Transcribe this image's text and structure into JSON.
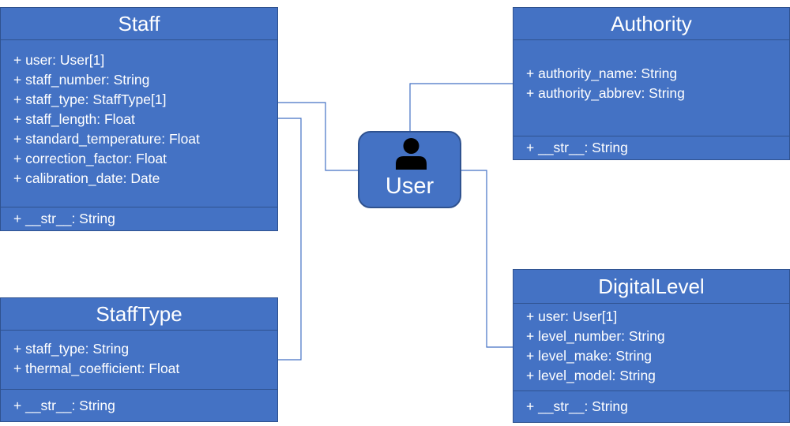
{
  "colors": {
    "fill": "#4472C4",
    "border": "#2F528F",
    "text": "#FFFFFF",
    "connector": "#4472C4"
  },
  "user_node": {
    "label": "User",
    "icon": "person-icon"
  },
  "classes": {
    "staff": {
      "name": "Staff",
      "attributes": [
        "+ user: User[1]",
        "+ staff_number: String",
        "+ staff_type: StaffType[1]",
        "+ staff_length: Float",
        "+ standard_temperature: Float",
        "+ correction_factor: Float",
        "+ calibration_date: Date"
      ],
      "operations": [
        "+ __str__: String"
      ]
    },
    "stafftype": {
      "name": "StaffType",
      "attributes": [
        "+ staff_type: String",
        "+ thermal_coefficient: Float"
      ],
      "operations": [
        "+ __str__: String"
      ]
    },
    "authority": {
      "name": "Authority",
      "attributes": [
        "+ authority_name: String",
        "+ authority_abbrev: String"
      ],
      "operations": [
        "+ __str__: String"
      ]
    },
    "digitallevel": {
      "name": "DigitalLevel",
      "attributes": [
        "+ user: User[1]",
        "+ level_number: String",
        "+ level_make: String",
        "+ level_model: String"
      ],
      "operations": [
        "+ __str__: String"
      ]
    }
  }
}
